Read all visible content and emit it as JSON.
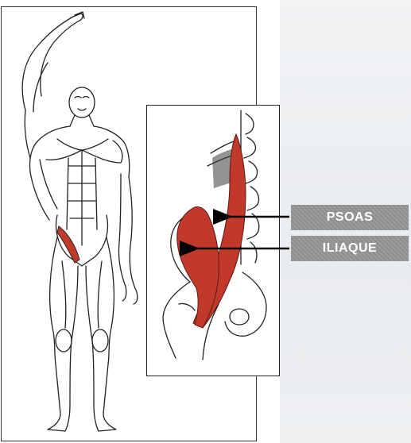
{
  "labels": {
    "psoas": "PSOAS",
    "iliaque": "ILIAQUE"
  },
  "colors": {
    "muscle_highlight": "#c0392b",
    "outline": "#222222",
    "label_bg": "#959595",
    "label_text": "#ffffff",
    "arrow": "#000000"
  },
  "icons": {
    "figure": "full-body-muscle-figure",
    "detail": "psoas-iliacus-pelvis-detail"
  }
}
